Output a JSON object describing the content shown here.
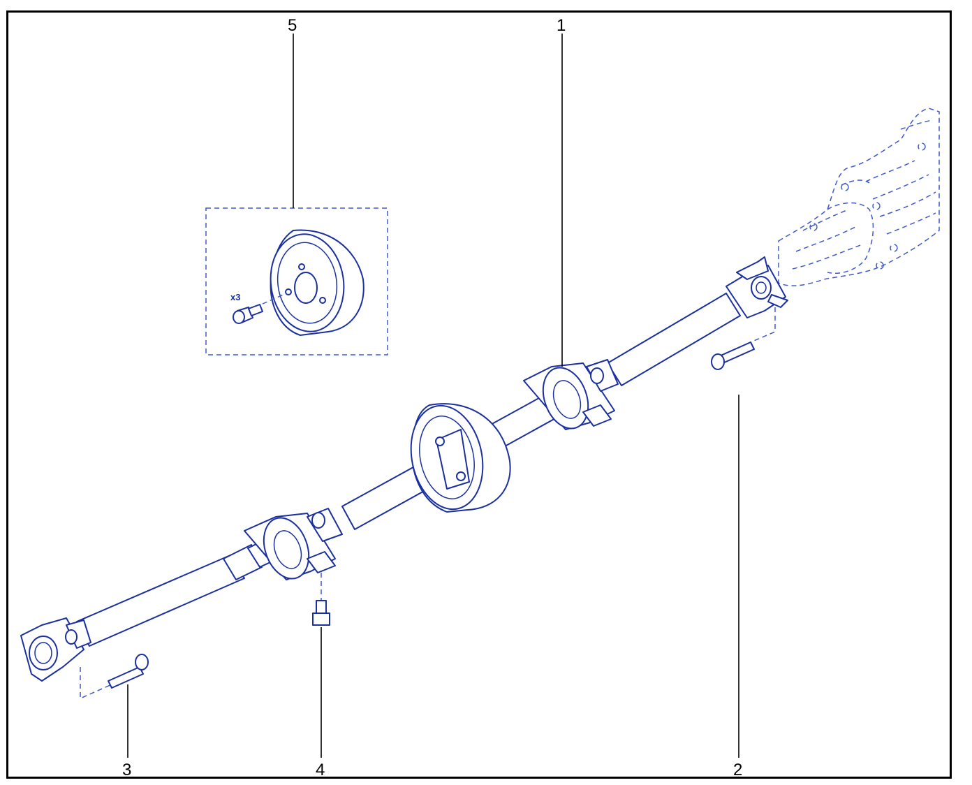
{
  "diagram": {
    "colors": {
      "line": "#1a2fa0",
      "ghost": "#3f58c8",
      "callout": "#000000",
      "frame": "#000000"
    },
    "callouts": [
      {
        "id": "1",
        "label": "1"
      },
      {
        "id": "2",
        "label": "2"
      },
      {
        "id": "3",
        "label": "3"
      },
      {
        "id": "4",
        "label": "4"
      },
      {
        "id": "5",
        "label": "5"
      }
    ],
    "detail_inset": {
      "quantity_label": "x3"
    }
  }
}
